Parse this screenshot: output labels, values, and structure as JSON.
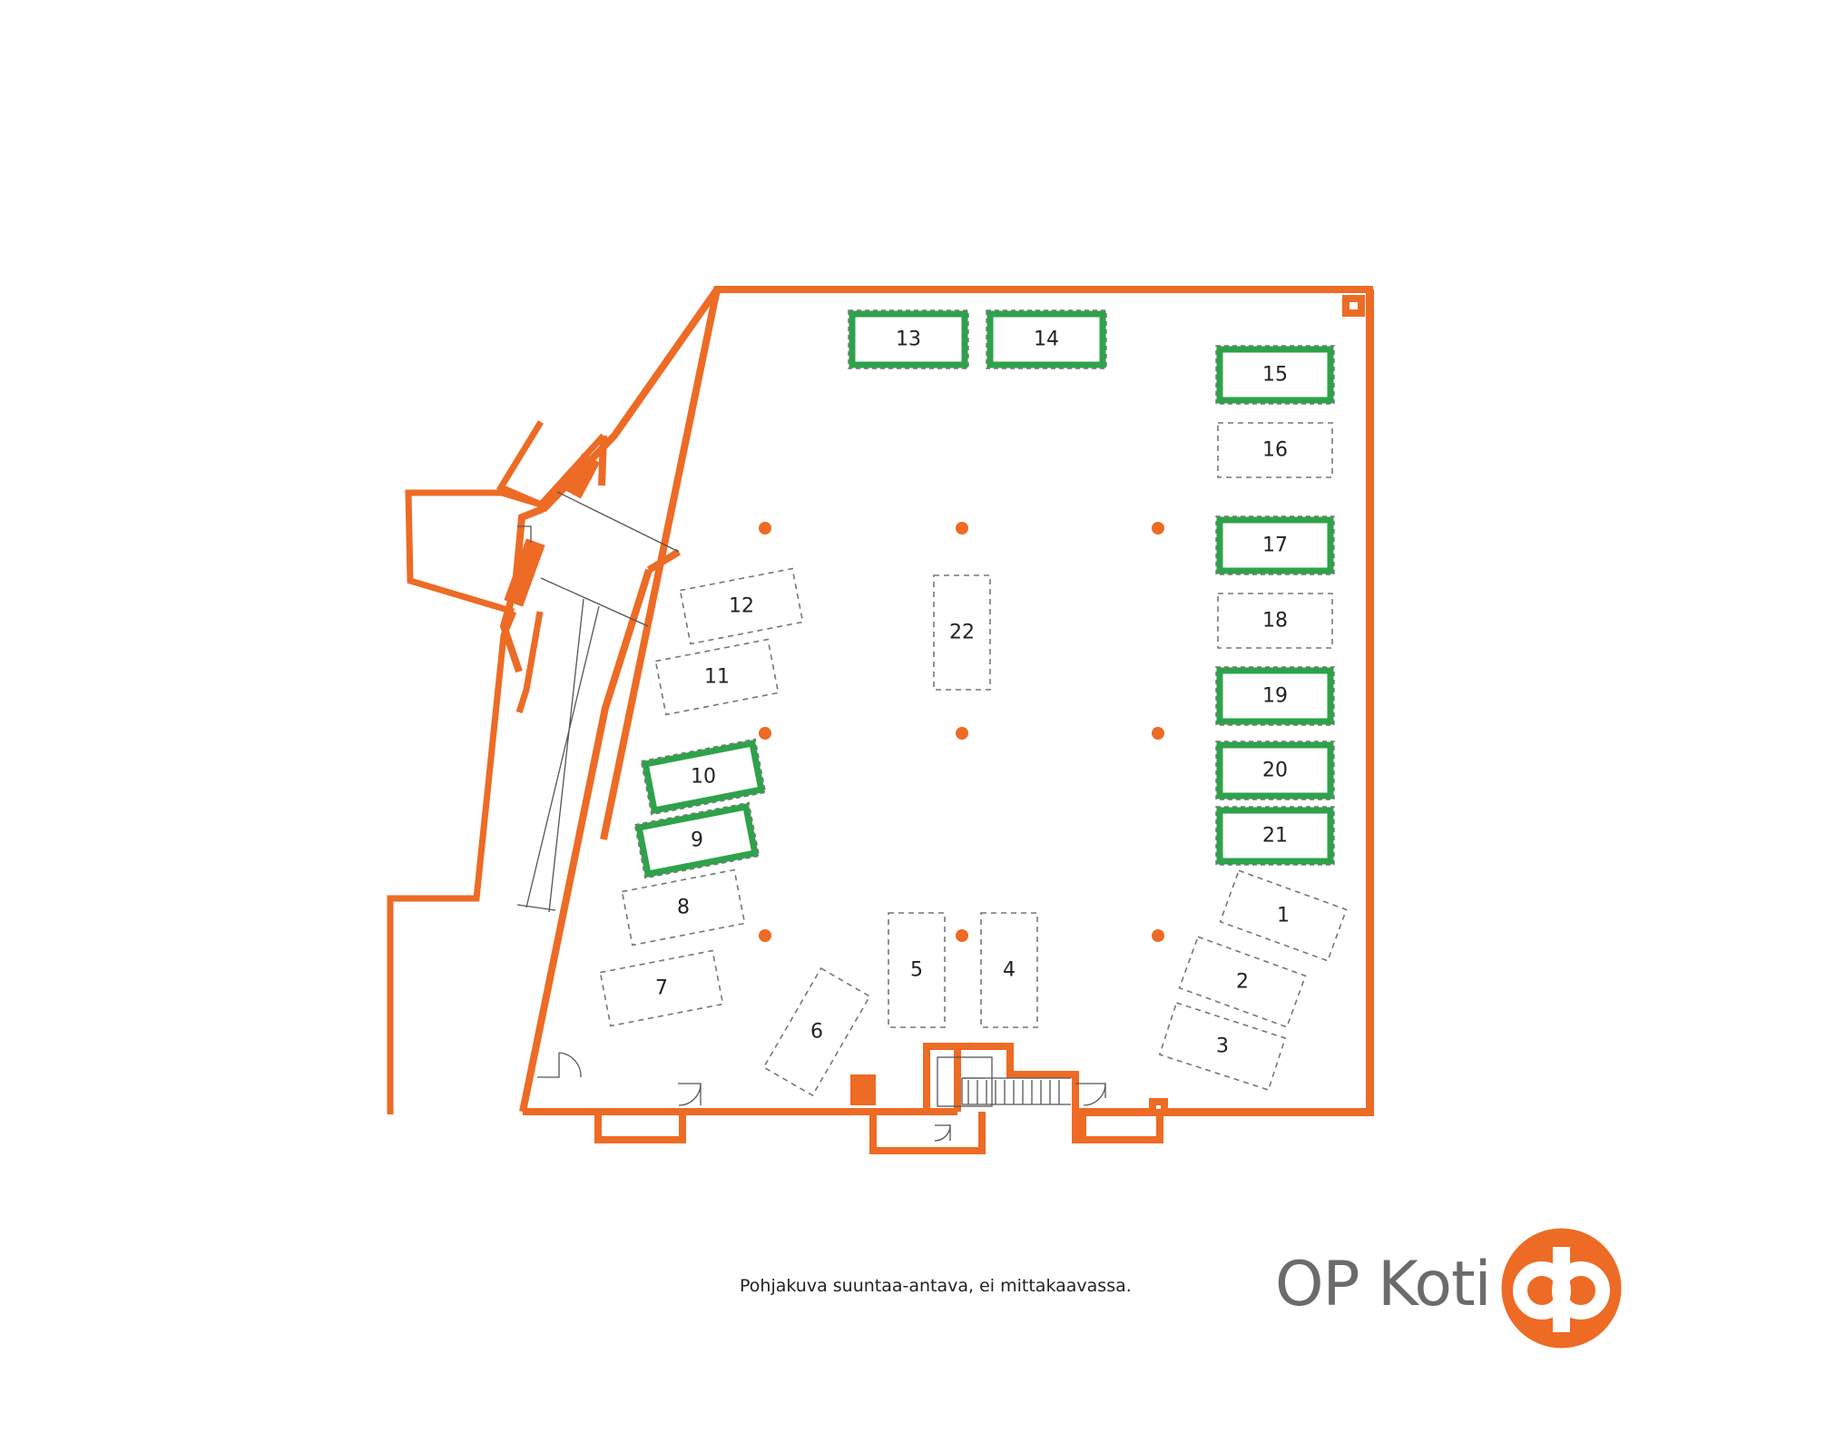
{
  "colors": {
    "wall": "#ed6b25",
    "highlight": "#2ea24a",
    "logo": "#ed6b25"
  },
  "parking_spots": [
    {
      "label": "1",
      "highlighted": false
    },
    {
      "label": "2",
      "highlighted": false
    },
    {
      "label": "3",
      "highlighted": false
    },
    {
      "label": "4",
      "highlighted": false
    },
    {
      "label": "5",
      "highlighted": false
    },
    {
      "label": "6",
      "highlighted": false
    },
    {
      "label": "7",
      "highlighted": false
    },
    {
      "label": "8",
      "highlighted": false
    },
    {
      "label": "9",
      "highlighted": true
    },
    {
      "label": "10",
      "highlighted": true
    },
    {
      "label": "11",
      "highlighted": false
    },
    {
      "label": "12",
      "highlighted": false
    },
    {
      "label": "13",
      "highlighted": true
    },
    {
      "label": "14",
      "highlighted": true
    },
    {
      "label": "15",
      "highlighted": true
    },
    {
      "label": "16",
      "highlighted": false
    },
    {
      "label": "17",
      "highlighted": true
    },
    {
      "label": "18",
      "highlighted": false
    },
    {
      "label": "19",
      "highlighted": true
    },
    {
      "label": "20",
      "highlighted": true
    },
    {
      "label": "21",
      "highlighted": true
    },
    {
      "label": "22",
      "highlighted": false
    }
  ],
  "footer": {
    "disclaimer": "Pohjakuva suuntaa-antava, ei mittakaavassa.",
    "brand": "OP Koti",
    "logo_icon": "op-logo-icon"
  }
}
